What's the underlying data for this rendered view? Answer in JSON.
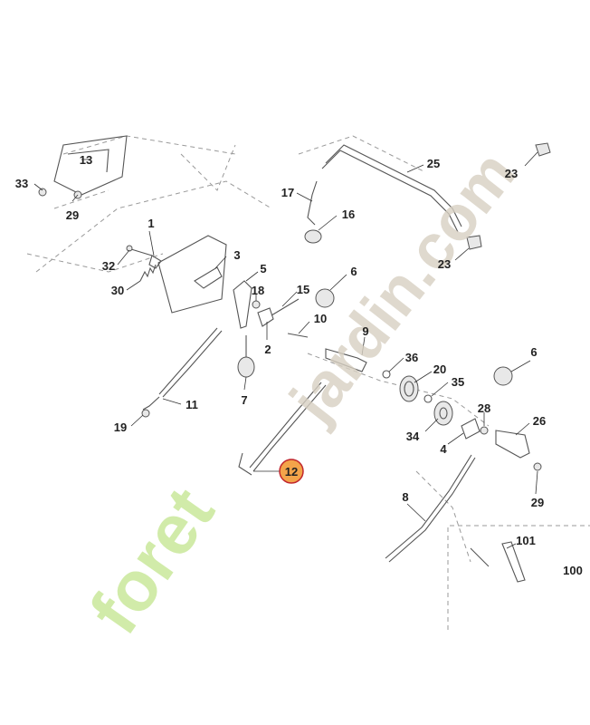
{
  "callouts": [
    "1",
    "2",
    "3",
    "4",
    "5",
    "6",
    "6",
    "7",
    "8",
    "9",
    "10",
    "11",
    "12",
    "13",
    "15",
    "16",
    "17",
    "18",
    "19",
    "20",
    "23",
    "23",
    "25",
    "26",
    "28",
    "29",
    "29",
    "30",
    "32",
    "33",
    "34",
    "35",
    "36",
    "100",
    "101"
  ],
  "highlight": "12",
  "watermark": {
    "left": "foret",
    "right": "jardin.com"
  },
  "colors": {
    "highlight_fill": "#f3a44a",
    "highlight_ring": "#c1272d",
    "watermark_green": "#c9e79a",
    "watermark_brown": "#d7cfc2",
    "line": "#555555"
  }
}
